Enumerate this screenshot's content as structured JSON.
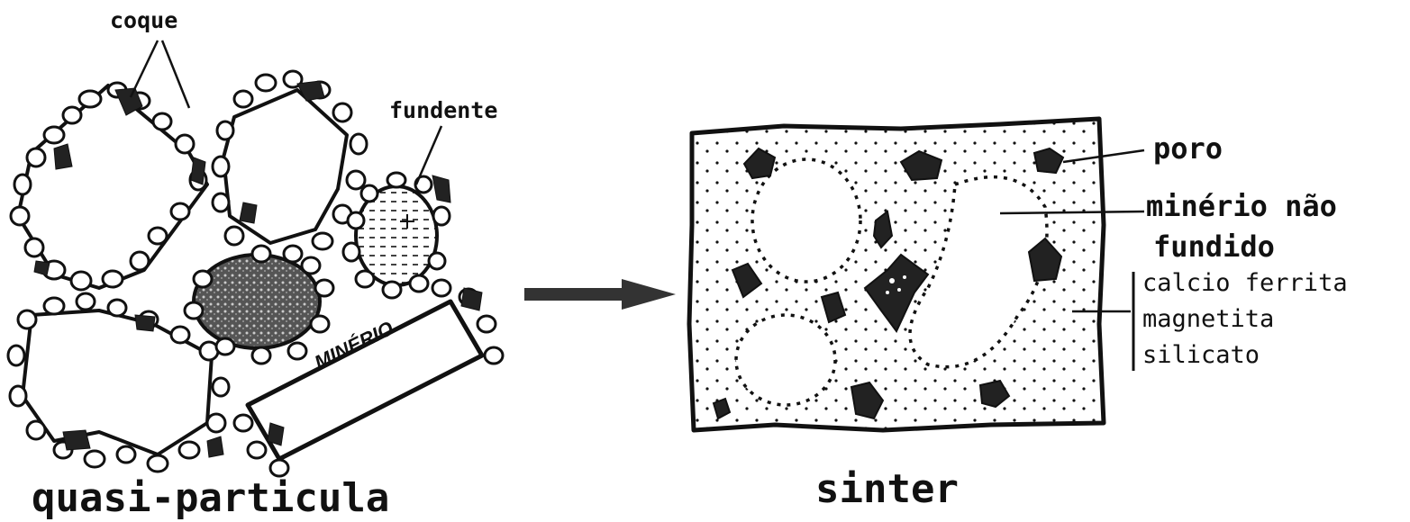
{
  "left": {
    "coque_label": "coque",
    "fundente_label": "fundente",
    "minerio_label": "MINÉRIO",
    "caption": "quasi-particula"
  },
  "right": {
    "poro_label": "poro",
    "minerio_nao_label": "minério não",
    "fundido_label": "fundido",
    "phases": [
      "calcio ferrita",
      "magnetita",
      "silicato"
    ],
    "caption": "sinter"
  }
}
